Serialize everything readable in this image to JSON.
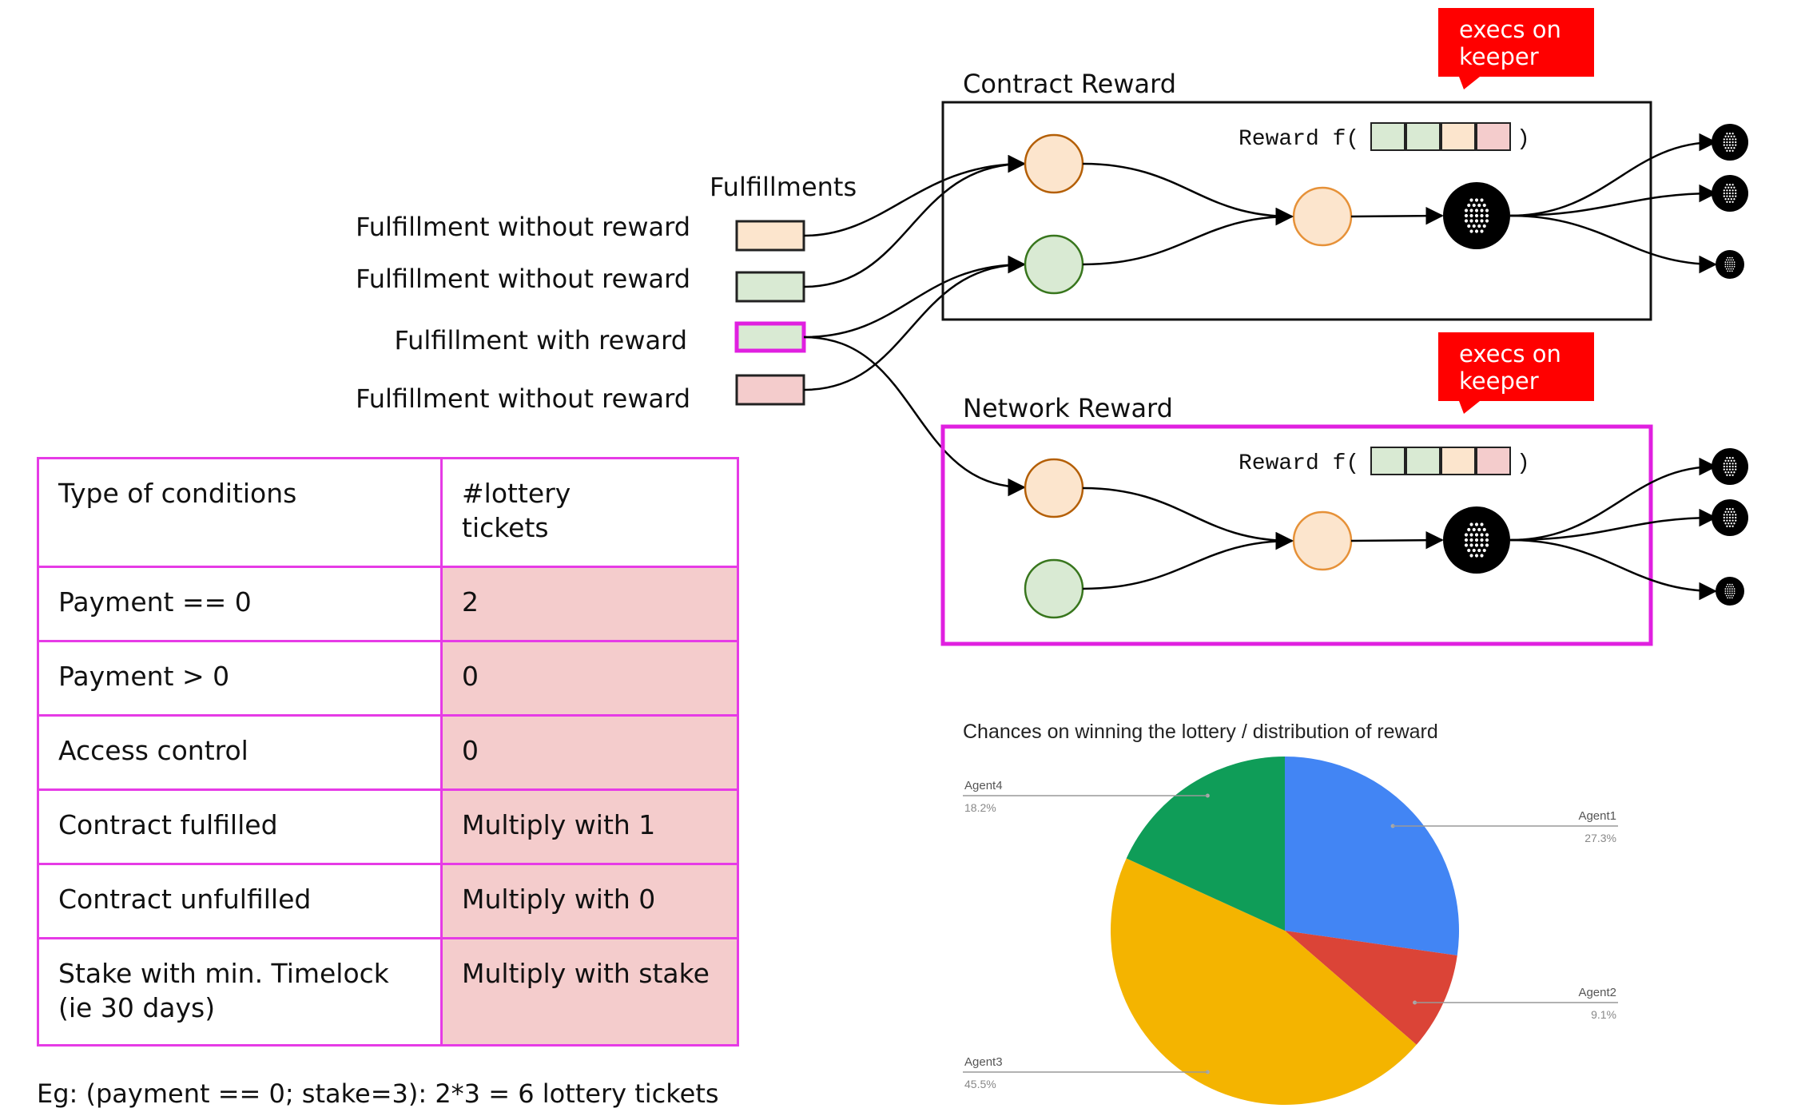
{
  "fulfillments": {
    "title": "Fulfillments",
    "items": [
      {
        "label": "Fulfillment without reward",
        "color": "#fce5cd",
        "border": "#222222"
      },
      {
        "label": "Fulfillment without reward",
        "color": "#d9ead3",
        "border": "#222222"
      },
      {
        "label": "Fulfillment with reward",
        "color": "#d9ead3",
        "border": "#e020e0"
      },
      {
        "label": "Fulfillment without reward",
        "color": "#f4cccc",
        "border": "#222222"
      }
    ]
  },
  "contract_reward": {
    "title": "Contract Reward",
    "reward_fn": {
      "prefix": "Reward f(",
      "suffix": ")"
    },
    "callout": {
      "line1": "execs on",
      "line2": "keeper"
    },
    "border_color": "#111111"
  },
  "network_reward": {
    "title": "Network Reward",
    "reward_fn": {
      "prefix": "Reward f(",
      "suffix": ")"
    },
    "callout": {
      "line1": "execs on",
      "line2": "keeper"
    },
    "border_color": "#e020e0"
  },
  "colors": {
    "peach": "#fce5cd",
    "peach_stroke": "#b45f06",
    "green": "#d9ead3",
    "green_stroke": "#38761d",
    "merge_stroke": "#e69138",
    "pink": "#f4cccc",
    "callout_red": "#ff0000",
    "magenta": "#e020e0"
  },
  "icons": {
    "keeper": "keeper-node-icon",
    "agent": "agent-node-icon"
  },
  "conditions_table": {
    "headers": [
      "Type  of conditions",
      "#lottery\ntickets"
    ],
    "rows": [
      [
        "Payment == 0",
        "2"
      ],
      [
        "Payment > 0",
        "0"
      ],
      [
        "Access control",
        "0"
      ],
      [
        "Contract fulfilled",
        "Multiply with 1"
      ],
      [
        "Contract unfulfilled",
        "Multiply with 0"
      ],
      [
        "Stake with min. Timelock (ie 30 days)",
        "Multiply with stake"
      ]
    ]
  },
  "example_note": "Eg: (payment == 0; stake=3): 2*3 = 6 lottery tickets",
  "chart_data": {
    "type": "pie",
    "title": "Chances on winning the lottery / distribution of reward",
    "slices": [
      {
        "name": "Agent1",
        "value": 27.3,
        "label": "27.3%",
        "color": "#4285f4"
      },
      {
        "name": "Agent2",
        "value": 9.1,
        "label": "9.1%",
        "color": "#db4437"
      },
      {
        "name": "Agent3",
        "value": 45.5,
        "label": "45.5%",
        "color": "#f4b400"
      },
      {
        "name": "Agent4",
        "value": 18.2,
        "label": "18.2%",
        "color": "#0f9d58"
      }
    ],
    "legend": "callout labels"
  }
}
